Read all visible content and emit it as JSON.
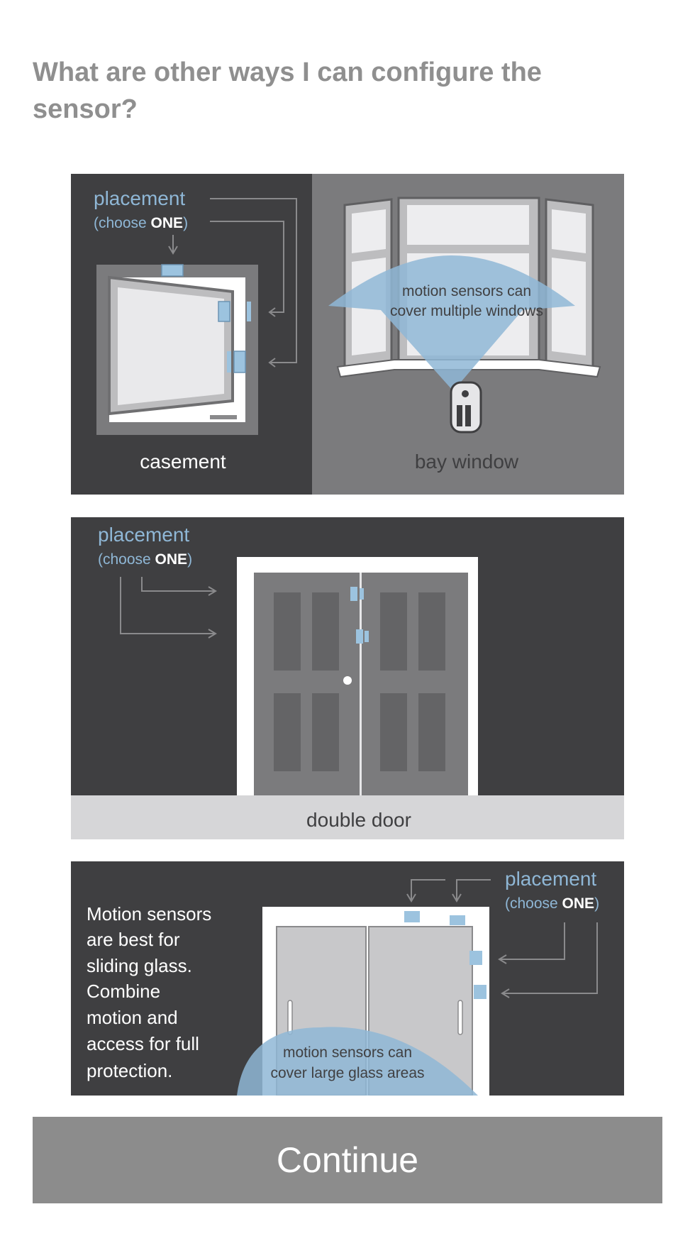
{
  "page": {
    "title": "What are other ways I can configure the sensor?"
  },
  "panels": {
    "casement": {
      "placement_label": "placement",
      "choose_prefix": "(choose ",
      "choose_emphasis": "ONE",
      "choose_suffix": ")",
      "caption": "casement"
    },
    "bay_window": {
      "coverage_line1": "motion sensors can",
      "coverage_line2": "cover multiple windows",
      "caption": "bay window"
    },
    "double_door": {
      "placement_label": "placement",
      "choose_prefix": "(choose ",
      "choose_emphasis": "ONE",
      "choose_suffix": ")",
      "caption": "double door"
    },
    "sliding_glass": {
      "placement_label": "placement",
      "choose_prefix": "(choose ",
      "choose_emphasis": "ONE",
      "choose_suffix": ")",
      "description_lines": [
        "Motion sensors",
        "are best for",
        "sliding glass.",
        "Combine",
        "motion and",
        "access for full",
        "protection."
      ],
      "coverage_line1": "motion sensors can",
      "coverage_line2": "cover large glass areas"
    }
  },
  "actions": {
    "continue_label": "Continue"
  },
  "colors": {
    "dark_panel": "#3f3f41",
    "mid_panel": "#7b7b7d",
    "accent_blue": "#8fb7d6",
    "sensor_blue": "#9cc3df",
    "caption_bar": "#d6d6d8",
    "button": "#8c8c8c"
  }
}
